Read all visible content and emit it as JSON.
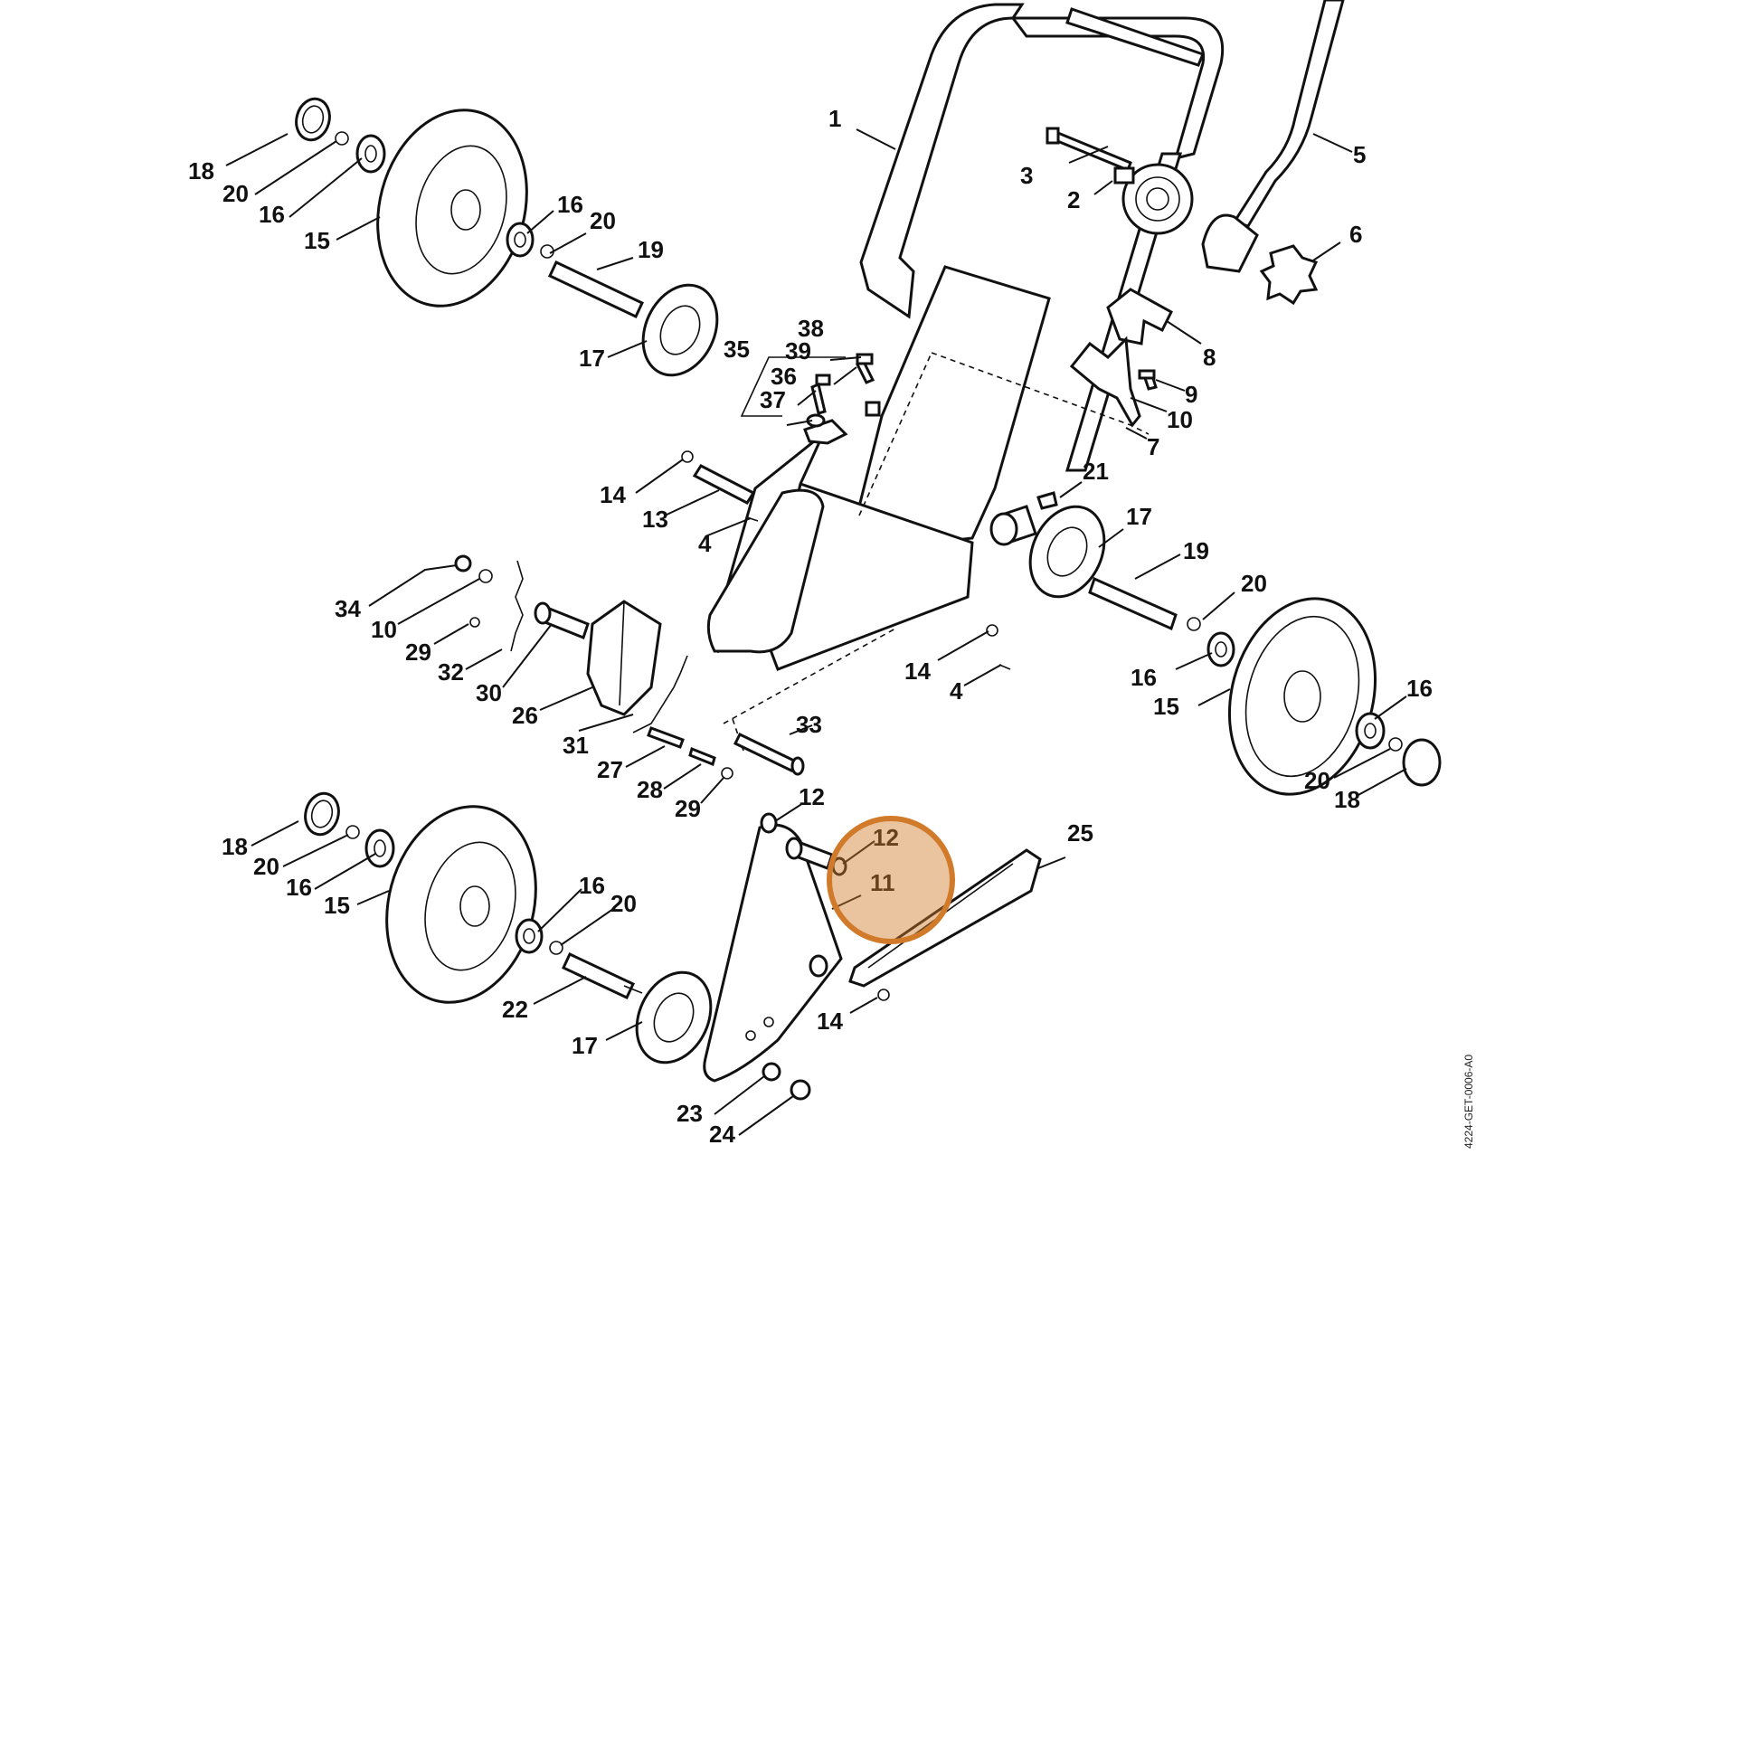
{
  "diagram": {
    "reference_code": "4224-GET-0006-A0",
    "labels": {
      "l1": "1",
      "l2": "2",
      "l3": "3",
      "l4a": "4",
      "l4b": "4",
      "l5": "5",
      "l6": "6",
      "l7": "7",
      "l8": "8",
      "l9": "9",
      "l10a": "10",
      "l10b": "10",
      "l11": "11",
      "l12a": "12",
      "l12b": "12",
      "l13": "13",
      "l14a": "14",
      "l14b": "14",
      "l14c": "14",
      "l15a": "15",
      "l15b": "15",
      "l15c": "15",
      "l16a": "16",
      "l16b": "16",
      "l16c": "16",
      "l16d": "16",
      "l16e": "16",
      "l16f": "16",
      "l17a": "17",
      "l17b": "17",
      "l17c": "17",
      "l18a": "18",
      "l18b": "18",
      "l18c": "18",
      "l19a": "19",
      "l19b": "19",
      "l20a": "20",
      "l20b": "20",
      "l20c": "20",
      "l20d": "20",
      "l20e": "20",
      "l20f": "20",
      "l21": "21",
      "l22": "22",
      "l23": "23",
      "l24": "24",
      "l25": "25",
      "l26": "26",
      "l27": "27",
      "l28": "28",
      "l29a": "29",
      "l29b": "29",
      "l30": "30",
      "l31": "31",
      "l32": "32",
      "l33": "33",
      "l34": "34",
      "l35": "35",
      "l36": "36",
      "l37": "37",
      "l38": "38",
      "l39": "39"
    },
    "highlight": {
      "color": "#d07a2a",
      "target_part": "11"
    }
  }
}
